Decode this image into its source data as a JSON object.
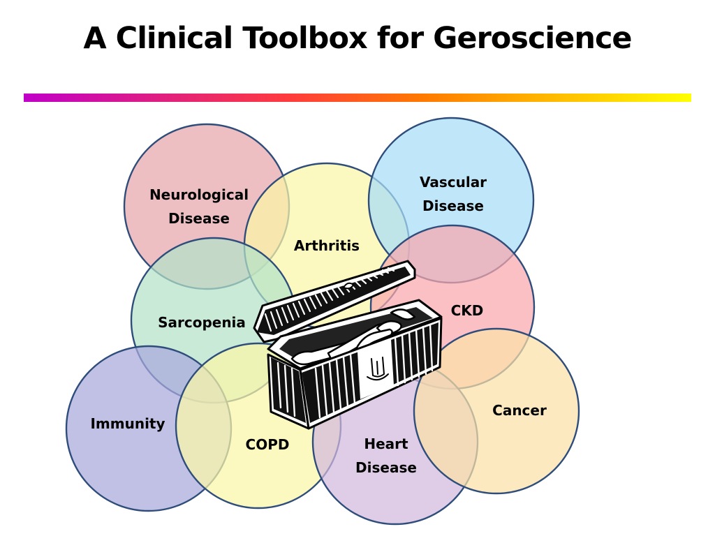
{
  "slide": {
    "title": "A Clinical Toolbox for Geroscience"
  },
  "circles": [
    {
      "id": "neurological",
      "label_lines": [
        "Neurological",
        "Disease"
      ],
      "fill": "#e7a6aa"
    },
    {
      "id": "arthritis",
      "label_lines": [
        "Arthritis"
      ],
      "fill": "#fbf7a8"
    },
    {
      "id": "vascular",
      "label_lines": [
        "Vascular",
        "Disease"
      ],
      "fill": "#a8ddf6"
    },
    {
      "id": "sarcopenia",
      "label_lines": [
        "Sarcopenia"
      ],
      "fill": "#b3e2c8"
    },
    {
      "id": "ckd",
      "label_lines": [
        "CKD"
      ],
      "fill": "#f8a7ad"
    },
    {
      "id": "immunity",
      "label_lines": [
        "Immunity"
      ],
      "fill": "#a9a9dd"
    },
    {
      "id": "copd",
      "label_lines": [
        "COPD"
      ],
      "fill": "#fbf7a8"
    },
    {
      "id": "heart",
      "label_lines": [
        "Heart",
        "Disease"
      ],
      "fill": "#d2b8dd"
    },
    {
      "id": "cancer",
      "label_lines": [
        "Cancer"
      ],
      "fill": "#fbe0a8"
    }
  ],
  "colors": {
    "circle_stroke": "#2e4d7b",
    "rule_gradient": [
      "#c000c8",
      "#ff3c3c",
      "#ff7a00",
      "#ffff00"
    ]
  },
  "icons": {
    "toolbox": "toolbox-clipart-icon"
  }
}
